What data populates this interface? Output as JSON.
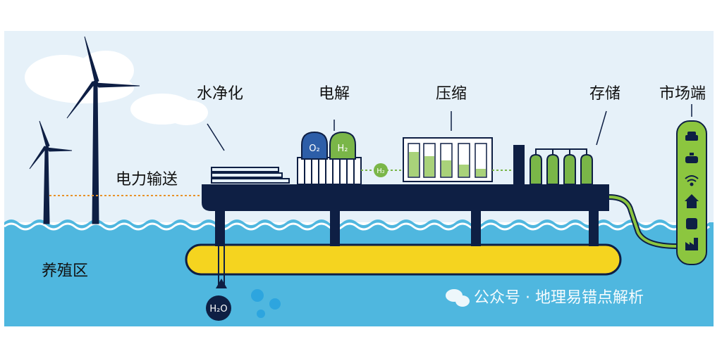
{
  "labels": {
    "water_purification": "水净化",
    "electrolysis": "电解",
    "compression": "压缩",
    "storage": "存储",
    "market": "市场端",
    "power_transmission": "电力输送",
    "aquaculture": "养殖区"
  },
  "chem": {
    "oxygen": "O₂",
    "hydrogen": "H₂",
    "h2_flow": "H₂",
    "water": "H₂O"
  },
  "watermark": {
    "text": "公众号 · 地理易错点解析",
    "icon": "wechat-icon"
  },
  "market_icons": [
    "car-icon",
    "taxi-icon",
    "wifi-icon",
    "house-icon",
    "bus-icon",
    "factory-icon"
  ],
  "colors": {
    "sky": "#e6f1f9",
    "sea": "#4fb7df",
    "platform": "#0e1f44",
    "pontoon": "#f5d41f",
    "hydrogen_green": "#7ab648",
    "oxygen_blue": "#2d5ea8",
    "market_box": "#8cc63f"
  }
}
